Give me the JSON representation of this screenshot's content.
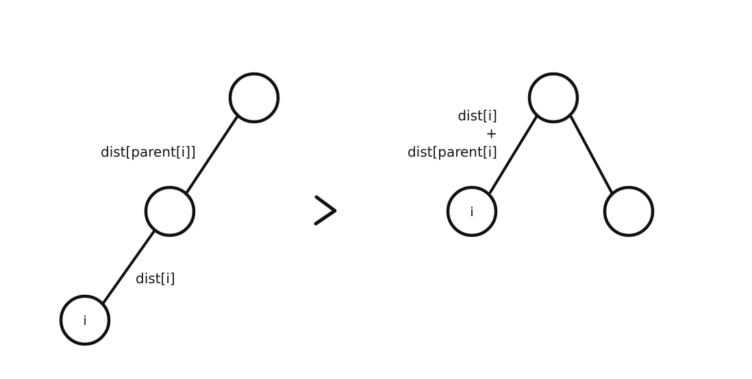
{
  "left_tree": {
    "bottom_node_label": "i",
    "upper_edge_label": "dist[parent[i]]",
    "lower_edge_label": "dist[i]"
  },
  "right_tree": {
    "left_node_label": "i",
    "edge_label_lines": [
      "dist[i]",
      "+",
      "dist[parent[i]"
    ]
  },
  "colors": {
    "stroke": "#111111",
    "background": "#ffffff"
  },
  "icons": {
    "comparator": "greater-than-icon"
  }
}
